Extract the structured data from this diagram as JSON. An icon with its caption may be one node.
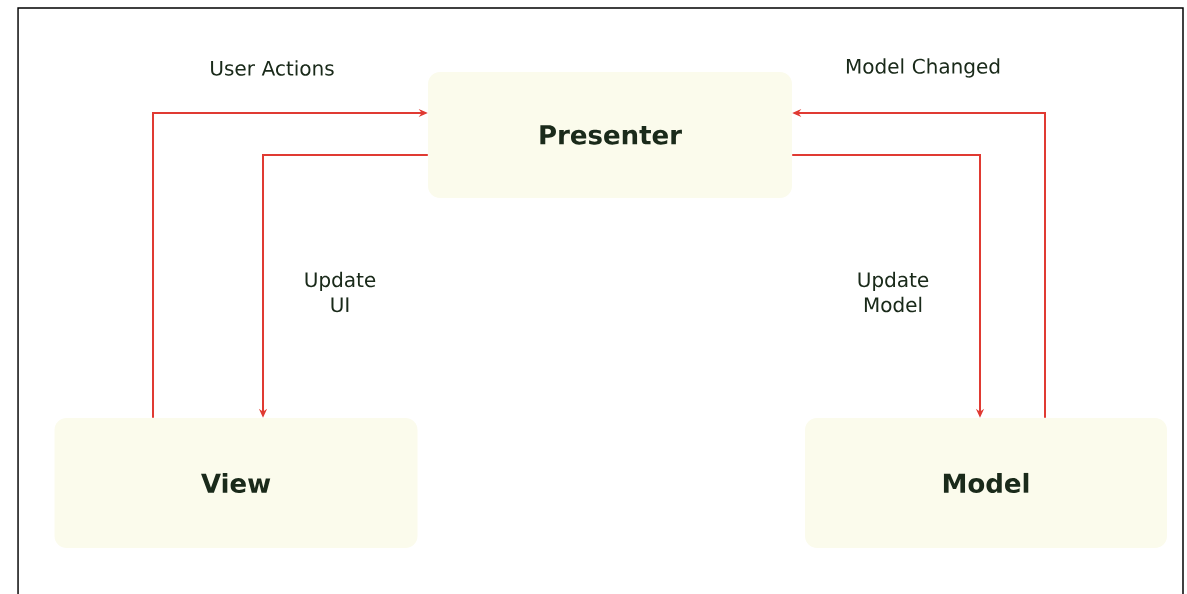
{
  "diagram": {
    "nodes": [
      {
        "text": [
          "Presenter"
        ]
      },
      {
        "text": [
          "View"
        ]
      },
      {
        "text": [
          "Model"
        ]
      }
    ],
    "edges": [
      {
        "from": 1,
        "to": 0,
        "arrow": "to",
        "label": "User Actions"
      },
      {
        "from": 0,
        "to": 1,
        "arrow": "to",
        "label": "Update UI"
      },
      {
        "from": 0,
        "to": 2,
        "arrow": "to",
        "label": "Update Model"
      },
      {
        "from": 2,
        "to": 0,
        "arrow": "to",
        "label": "Model Changed"
      }
    ]
  }
}
